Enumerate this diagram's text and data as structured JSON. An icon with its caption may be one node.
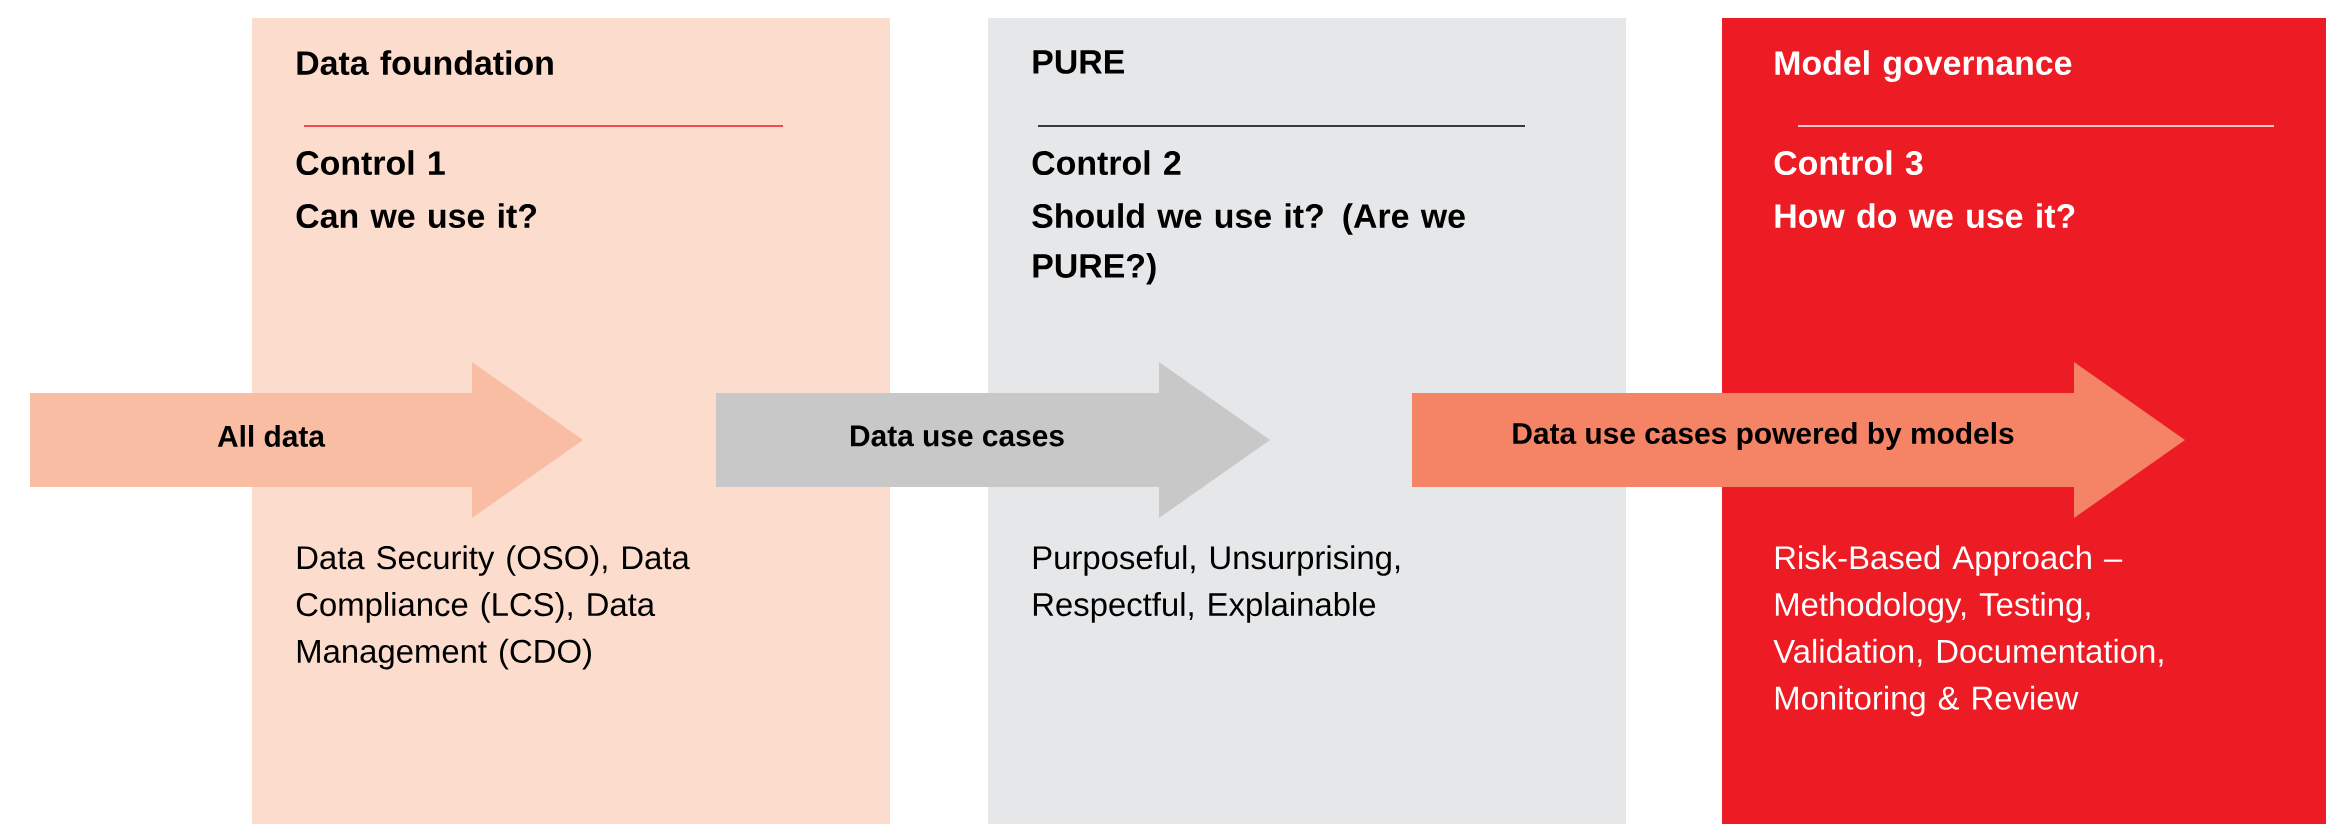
{
  "diagram": {
    "nodes": [
      {
        "text": [
          "Data foundation",
          "Control 1",
          "Can we use it?",
          "Data Security (OSO), Data Compliance (LCS), Data Management (CDO)"
        ]
      },
      {
        "text": [
          "PURE",
          "Control 2",
          "Should we use it? (Are we PURE?)",
          "Purposeful, Unsurprising, Respectful, Explainable"
        ]
      },
      {
        "text": [
          "Model governance",
          "Control 3",
          "How do we use it?",
          "Risk-Based Approach – Methodology, Testing, Validation, Documentation, Monitoring & Review"
        ]
      },
      {
        "text": [
          "All data"
        ]
      },
      {
        "text": [
          "Data use cases"
        ]
      },
      {
        "text": [
          "Data use cases powered by models"
        ]
      }
    ],
    "edges": []
  }
}
